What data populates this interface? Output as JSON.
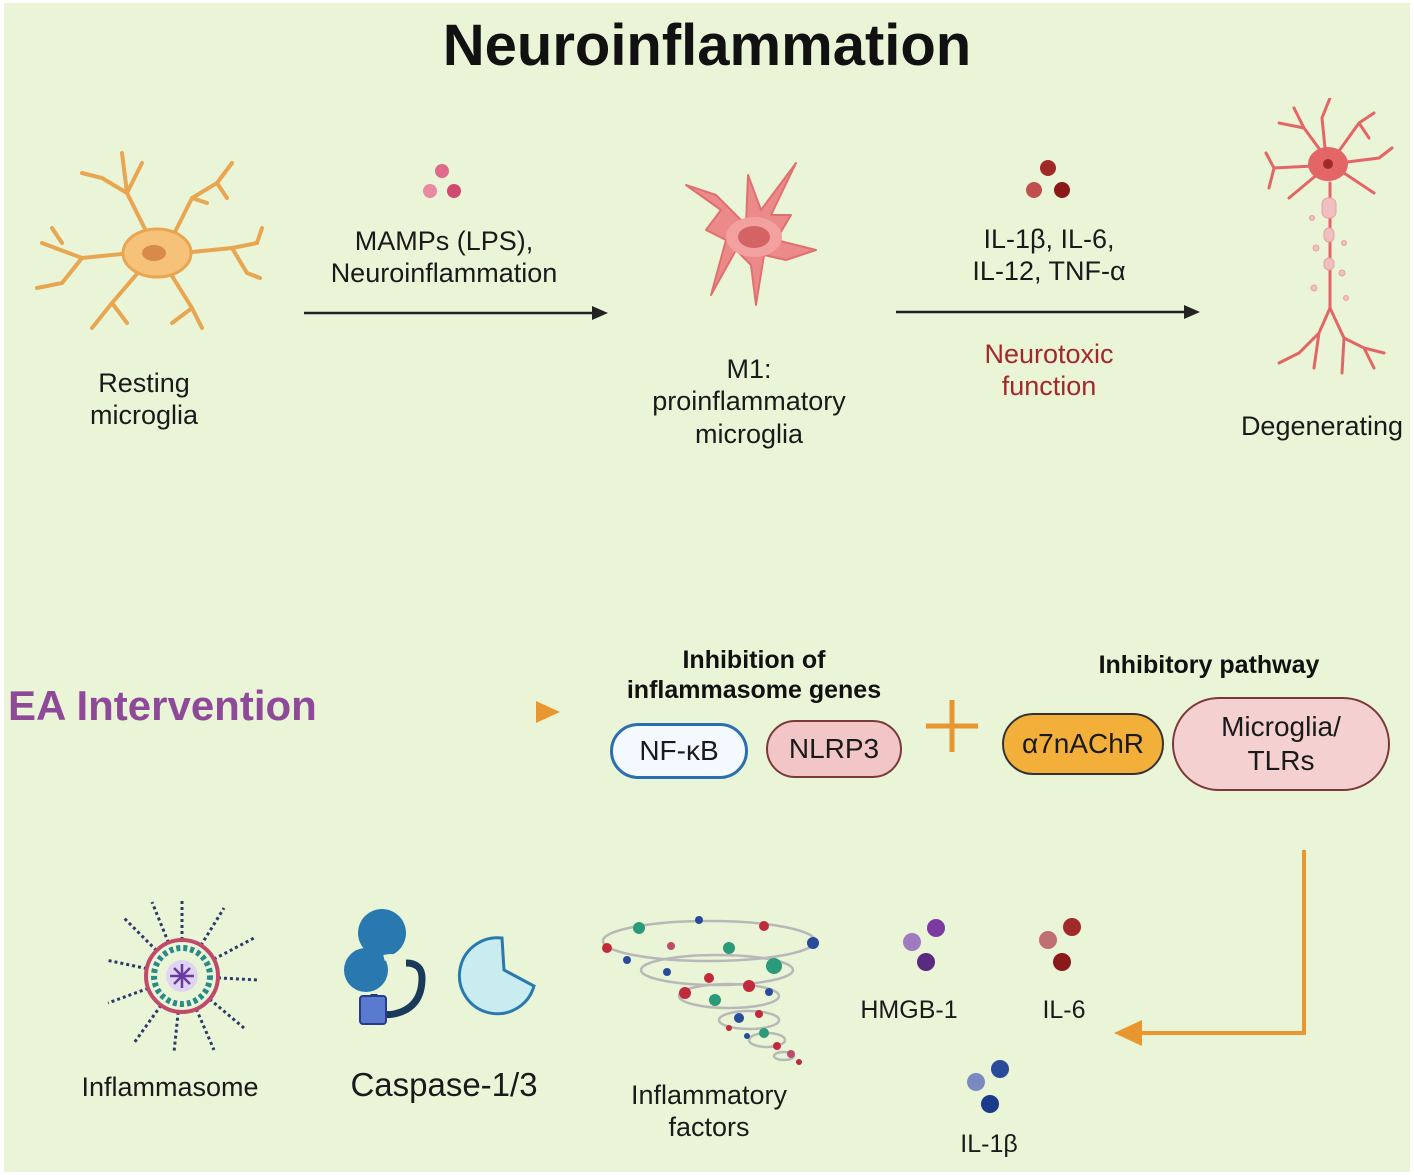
{
  "title": "Neuroinflammation",
  "top": {
    "resting_label": "Resting\nmicroglia",
    "arrow1_label": "MAMPs (LPS),\nNeuroinflammation",
    "m1_label": "M1:\nproinflammatory\nmicroglia",
    "arrow2_label": "IL-1β, IL-6,\nIL-12, TNF-α",
    "neurotoxic_label": "Neurotoxic\nfunction",
    "degenerating_label": "Degenerating"
  },
  "middle": {
    "ea_label": "EA Intervention",
    "inhibition_heading": "Inhibition of\ninflammasome genes",
    "nfkb": "NF-κB",
    "nlrp3": "NLRP3",
    "inhibitory_heading": "Inhibitory pathway",
    "a7nachr": "α7nAChR",
    "microglia_tlrs": "Microglia/\nTLRs"
  },
  "bottom": {
    "inflammasome": "Inflammasome",
    "caspase": "Caspase-1/3",
    "inflammatory_factors": "Inflammatory\nfactors",
    "hmgb1": "HMGB-1",
    "il6": "IL-6",
    "il1b": "IL-1β"
  },
  "colors": {
    "background": "#eaf5d8",
    "orange_arrow": "#e8962f",
    "ea_purple": "#8e4a98",
    "neurotoxic_red": "#a3282b",
    "resting_cell": "#f2b060",
    "m1_cell": "#ec8a8a",
    "neuron": "#e46565",
    "nfkb_border": "#2a6fb0",
    "nlrp3_fill": "#f2c6c6",
    "a7nachr_fill": "#f2b03a"
  }
}
